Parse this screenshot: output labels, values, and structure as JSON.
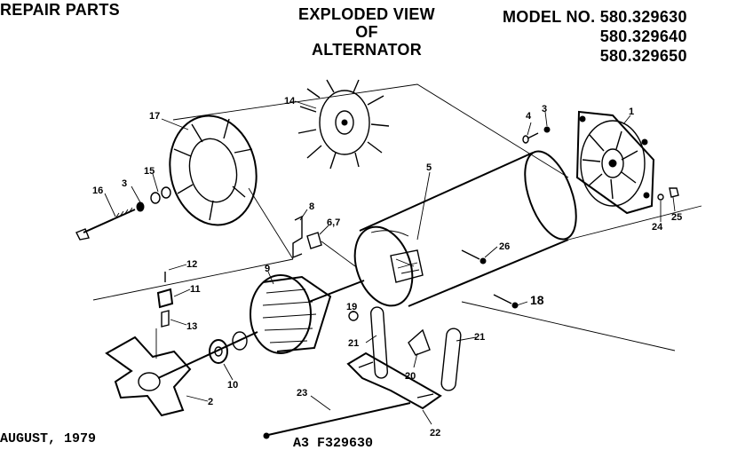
{
  "header": {
    "left_title": "REPAIR PARTS",
    "center_title_lines": [
      "EXPLODED VIEW",
      "OF",
      "ALTERNATOR"
    ],
    "model_label": "MODEL NO.",
    "model_numbers": [
      "580.329630",
      "580.329640",
      "580.329650"
    ]
  },
  "footer": {
    "date": "AUGUST, 1979",
    "drawing_code": "A3 F329630"
  },
  "part_labels": {
    "p1": "1",
    "p2": "2",
    "p3a": "3",
    "p3b": "3",
    "p4": "4",
    "p5": "5",
    "p67": "6,7",
    "p8": "8",
    "p9": "9",
    "p10": "10",
    "p11": "11",
    "p12": "12",
    "p13": "13",
    "p14": "14",
    "p15": "15",
    "p16": "16",
    "p17": "17",
    "p18": "18",
    "p19": "19",
    "p20": "20",
    "p21a": "21",
    "p21b": "21",
    "p22": "22",
    "p23": "23",
    "p24": "24",
    "p25": "25",
    "p26": "26"
  }
}
